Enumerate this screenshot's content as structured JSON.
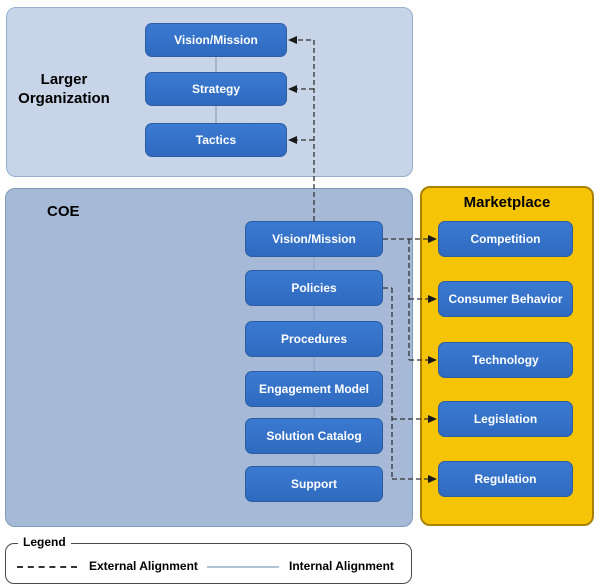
{
  "diagram": {
    "sections": {
      "larger_org": {
        "label": "Larger Organization",
        "boxes": [
          "Vision/Mission",
          "Strategy",
          "Tactics"
        ]
      },
      "coe": {
        "label": "COE",
        "boxes": [
          "Vision/Mission",
          "Policies",
          "Procedures",
          "Engagement Model",
          "Solution Catalog",
          "Support"
        ]
      },
      "marketplace": {
        "label": "Marketplace",
        "boxes": [
          "Competition",
          "Consumer Behavior",
          "Technology",
          "Legislation",
          "Regulation"
        ]
      }
    },
    "alignments": {
      "external": [
        {
          "from": "COE Vision/Mission",
          "to": "Larger Organization Vision/Mission"
        },
        {
          "from": "COE Vision/Mission",
          "to": "Larger Organization Strategy"
        },
        {
          "from": "COE Vision/Mission",
          "to": "Larger Organization Tactics"
        },
        {
          "from": "COE Vision/Mission",
          "to": "Marketplace Competition"
        },
        {
          "from": "COE Vision/Mission",
          "to": "Marketplace Consumer Behavior"
        },
        {
          "from": "COE Vision/Mission",
          "to": "Marketplace Technology"
        },
        {
          "from": "COE Policies",
          "to": "Marketplace Legislation"
        },
        {
          "from": "COE Policies",
          "to": "Marketplace Regulation"
        }
      ],
      "internal": [
        {
          "chain": [
            "Vision/Mission",
            "Strategy",
            "Tactics"
          ],
          "section": "Larger Organization"
        },
        {
          "chain": [
            "Vision/Mission",
            "Policies",
            "Procedures",
            "Engagement Model",
            "Solution Catalog",
            "Support"
          ],
          "section": "COE"
        }
      ]
    },
    "colors": {
      "larger_org_fill": "#c8d5e8",
      "coe_fill": "#a6bad7",
      "marketplace_fill": "#f5c407",
      "marketplace_border": "#a98200",
      "node_fill": "#3373cb",
      "node_border": "#2c5ca1",
      "node_text": "#ffffff",
      "external_line": "#333333",
      "internal_line": "#b0c4d8"
    }
  },
  "legend": {
    "title": "Legend",
    "external_label": "External Alignment",
    "internal_label": "Internal Alignment"
  }
}
